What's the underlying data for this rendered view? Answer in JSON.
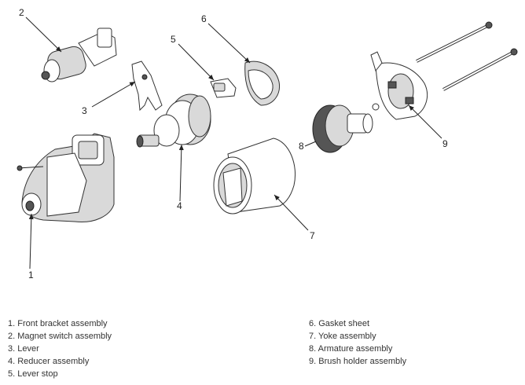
{
  "callouts": [
    "1",
    "2",
    "3",
    "4",
    "5",
    "6",
    "7",
    "8",
    "9"
  ],
  "legend_left": [
    "1. Front bracket assembly",
    "2. Magnet switch assembly",
    "3. Lever",
    "4. Reducer assembly",
    "5. Lever stop"
  ],
  "legend_right": [
    "6. Gasket sheet",
    "7. Yoke assembly",
    "8. Armature assembly",
    "9. Brush holder assembly"
  ]
}
